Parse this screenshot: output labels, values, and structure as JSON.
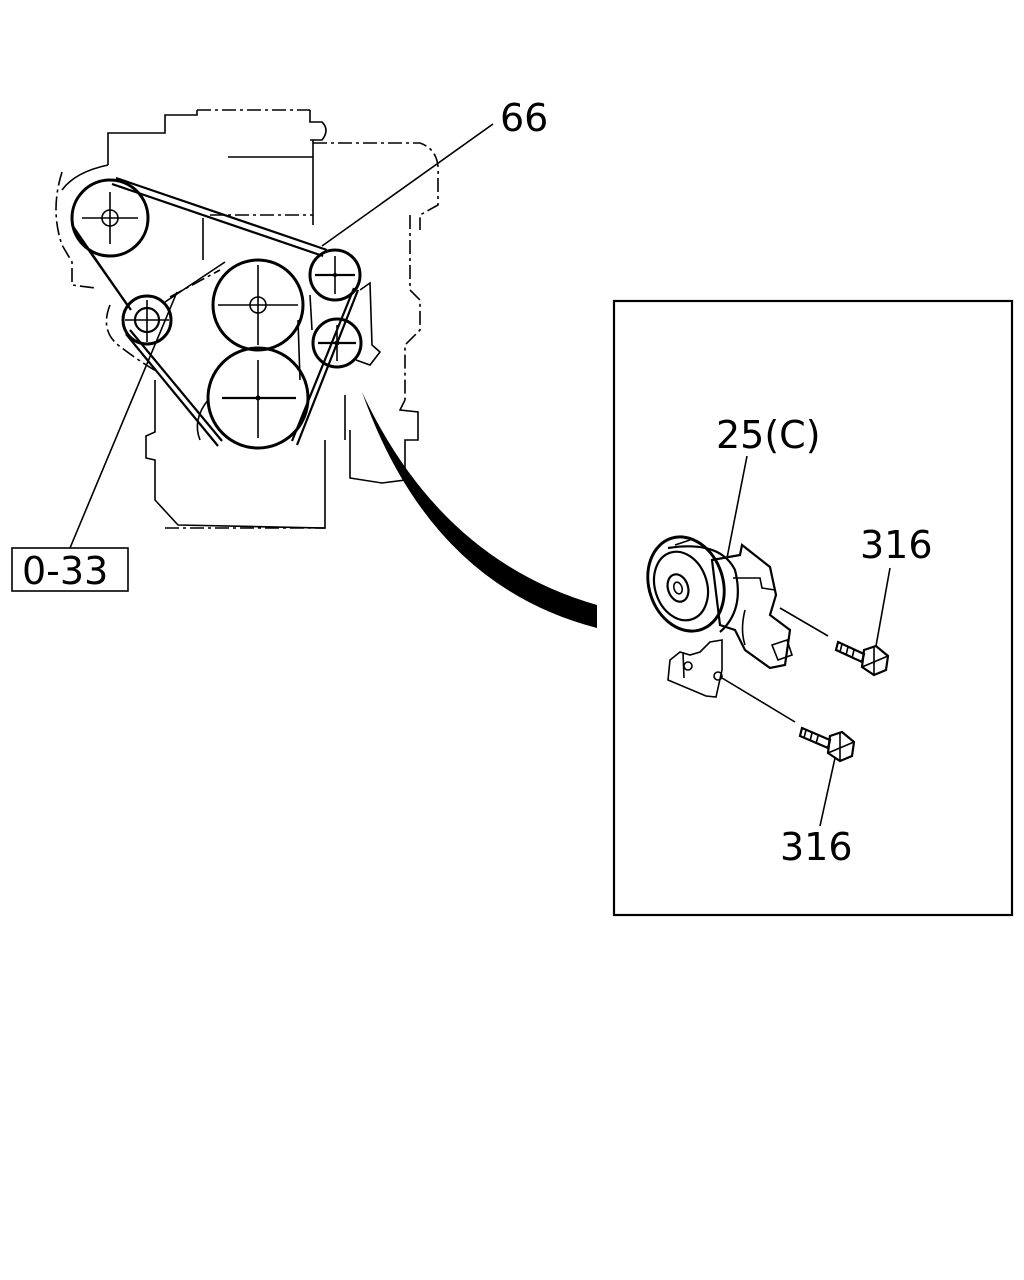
{
  "labels": {
    "belt": "66",
    "ref_box": "0-33",
    "tensioner": "25(C)",
    "bolt_upper": "316",
    "bolt_lower": "316"
  },
  "colors": {
    "ink": "#000000",
    "paper": "#ffffff"
  }
}
